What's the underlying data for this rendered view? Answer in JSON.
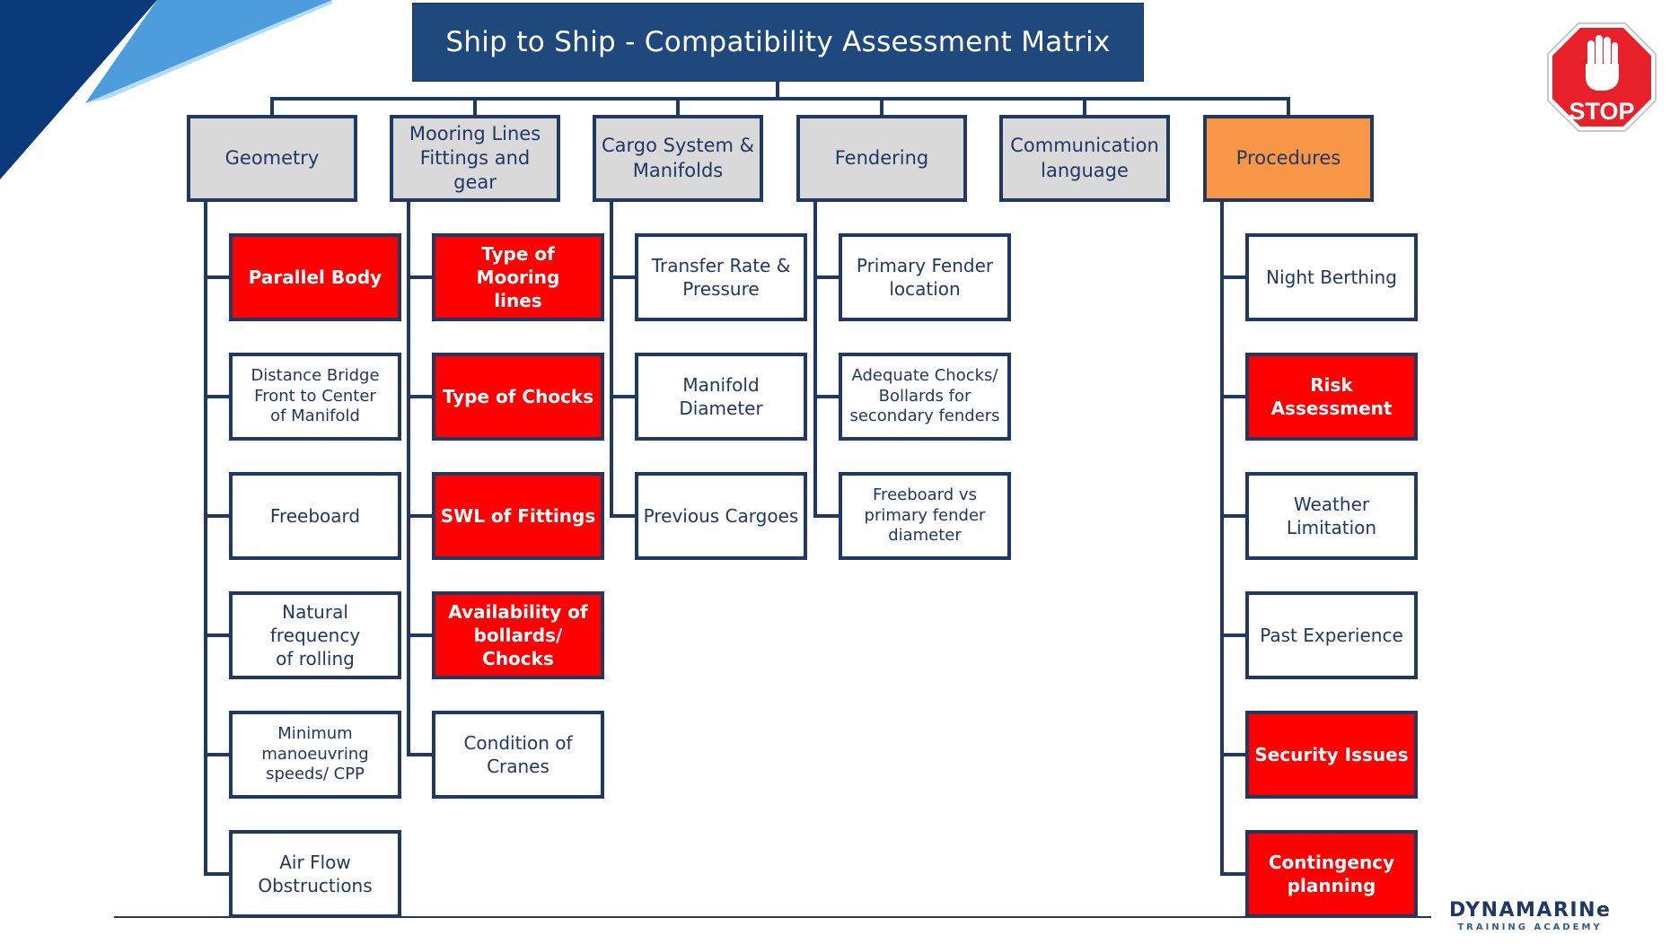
{
  "title": "Ship to Ship - Compatibility Assessment Matrix",
  "stop_sign": "STOP",
  "logo": {
    "name": "DYNAMARINe",
    "subtitle": "TRAINING ACADEMY"
  },
  "colors": {
    "navy": "#1f497d",
    "critical": "#ff0000",
    "header_grey": "#d9d9d9",
    "procedures_orange": "#f79646"
  },
  "categories": [
    {
      "label": "Geometry",
      "items": [
        {
          "label": "Parallel Body",
          "critical": true
        },
        {
          "label": "Distance Bridge\nFront to Center\nof Manifold",
          "critical": false
        },
        {
          "label": "Freeboard",
          "critical": false
        },
        {
          "label": "Natural frequency\nof rolling",
          "critical": false
        },
        {
          "label": "Minimum\nmanoeuvring\nspeeds/ CPP",
          "critical": false
        },
        {
          "label": "Air Flow\nObstructions",
          "critical": false
        }
      ]
    },
    {
      "label": "Mooring Lines\nFittings and gear",
      "items": [
        {
          "label": "Type of Mooring\nlines",
          "critical": true
        },
        {
          "label": "Type of Chocks",
          "critical": true
        },
        {
          "label": "SWL of Fittings",
          "critical": true
        },
        {
          "label": "Availability of\nbollards/ Chocks",
          "critical": true
        },
        {
          "label": "Condition of\nCranes",
          "critical": false
        }
      ]
    },
    {
      "label": "Cargo System &\nManifolds",
      "items": [
        {
          "label": "Transfer Rate &\nPressure",
          "critical": false
        },
        {
          "label": "Manifold\nDiameter",
          "critical": false
        },
        {
          "label": "Previous Cargoes",
          "critical": false
        }
      ]
    },
    {
      "label": "Fendering",
      "items": [
        {
          "label": "Primary Fender\nlocation",
          "critical": false
        },
        {
          "label": "Adequate Chocks/\nBollards for\nsecondary fenders",
          "critical": false
        },
        {
          "label": "Freeboard vs\nprimary fender\ndiameter",
          "critical": false
        }
      ]
    },
    {
      "label": "Communication\nlanguage",
      "items": []
    },
    {
      "label": "Procedures",
      "highlight": true,
      "items": [
        {
          "label": "Night Berthing",
          "critical": false
        },
        {
          "label": "Risk Assessment",
          "critical": true
        },
        {
          "label": "Weather\nLimitation",
          "critical": false
        },
        {
          "label": "Past Experience",
          "critical": false
        },
        {
          "label": "Security Issues",
          "critical": true
        },
        {
          "label": "Contingency\nplanning",
          "critical": true
        }
      ]
    }
  ]
}
